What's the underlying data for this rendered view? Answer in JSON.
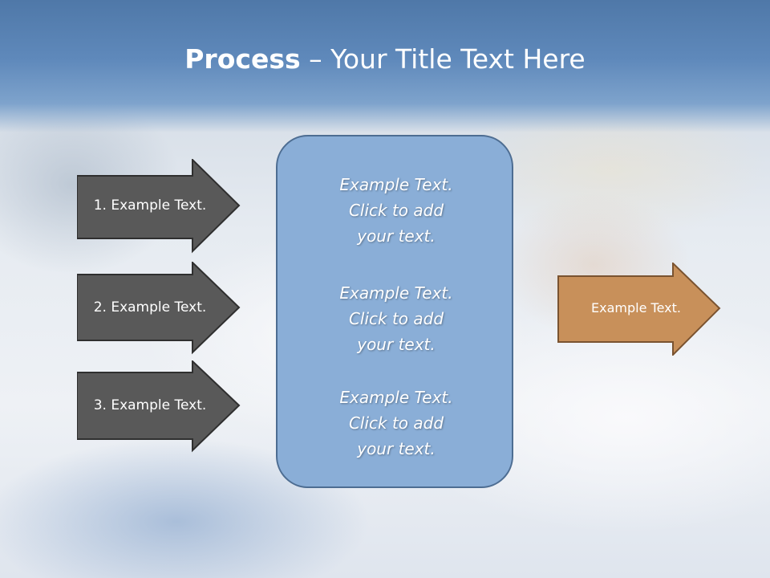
{
  "slide": {
    "title_bold": "Process",
    "title_rest": " – Your Title Text Here"
  },
  "steps": [
    {
      "label": "1. Example Text."
    },
    {
      "label": "2. Example Text."
    },
    {
      "label": "3. Example Text."
    }
  ],
  "center_box": {
    "blocks": [
      {
        "line1": "Example Text.",
        "line2": "Click  to add",
        "line3": "your text."
      },
      {
        "line1": "Example Text.",
        "line2": "Click  to add",
        "line3": "your text."
      },
      {
        "line1": "Example Text.",
        "line2": "Click  to add",
        "line3": "your text."
      }
    ]
  },
  "output": {
    "label": "Example Text."
  },
  "colors": {
    "title_band": "#5f89bb",
    "step_arrow_fill": "#595959",
    "center_box_fill": "#8aaed7",
    "output_arrow_fill": "#c8905a"
  }
}
